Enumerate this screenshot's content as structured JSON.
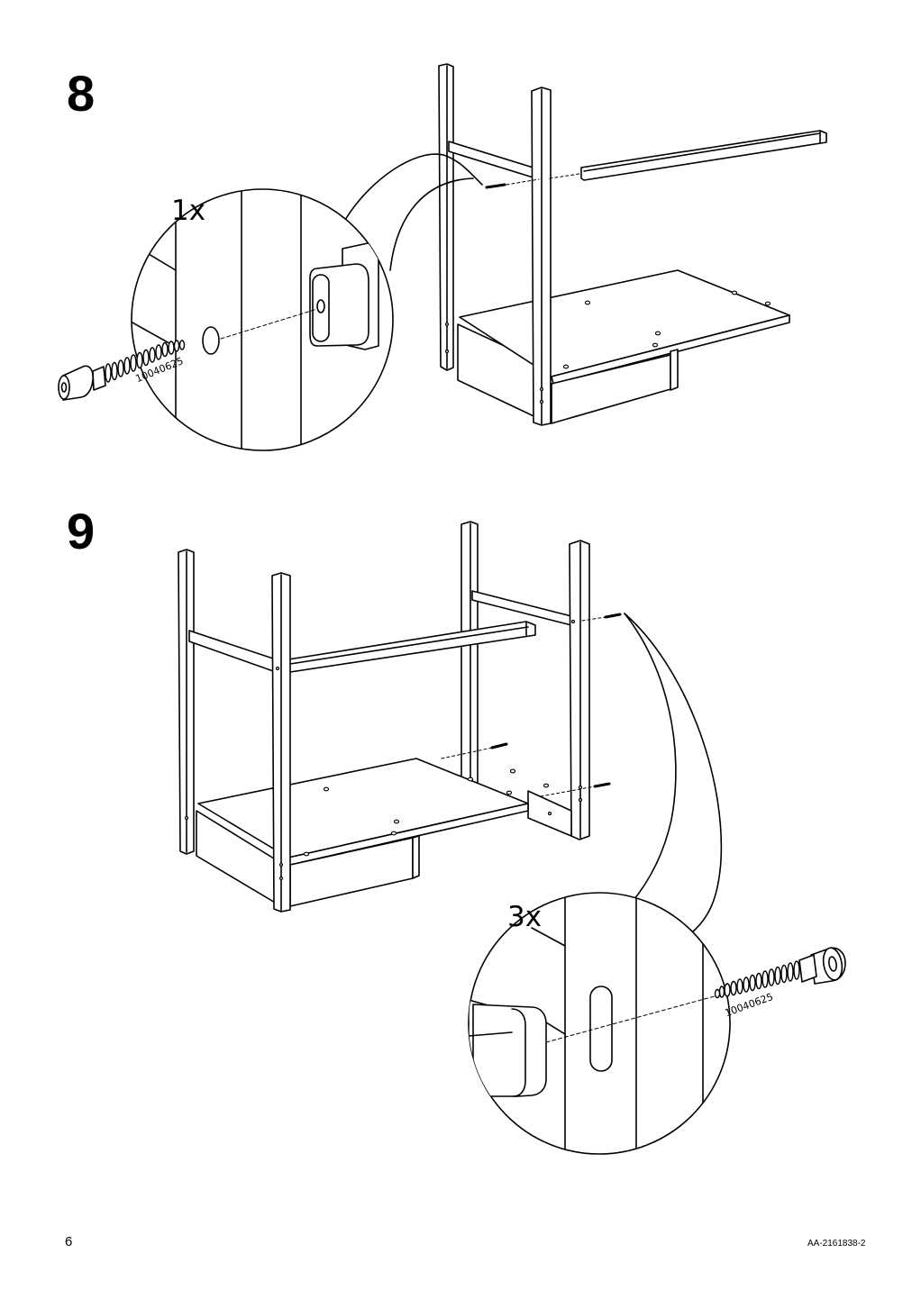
{
  "page": {
    "page_number": "6",
    "document_code": "AA-2161838-2"
  },
  "steps": [
    {
      "number": "8",
      "quantity": "1x",
      "part_number": "10040625",
      "icons": [
        "frame-illustration",
        "screw-icon",
        "detail-callout"
      ]
    },
    {
      "number": "9",
      "quantity": "3x",
      "part_number": "10040625",
      "icons": [
        "frame-illustration",
        "screw-icon",
        "detail-callout"
      ]
    }
  ]
}
